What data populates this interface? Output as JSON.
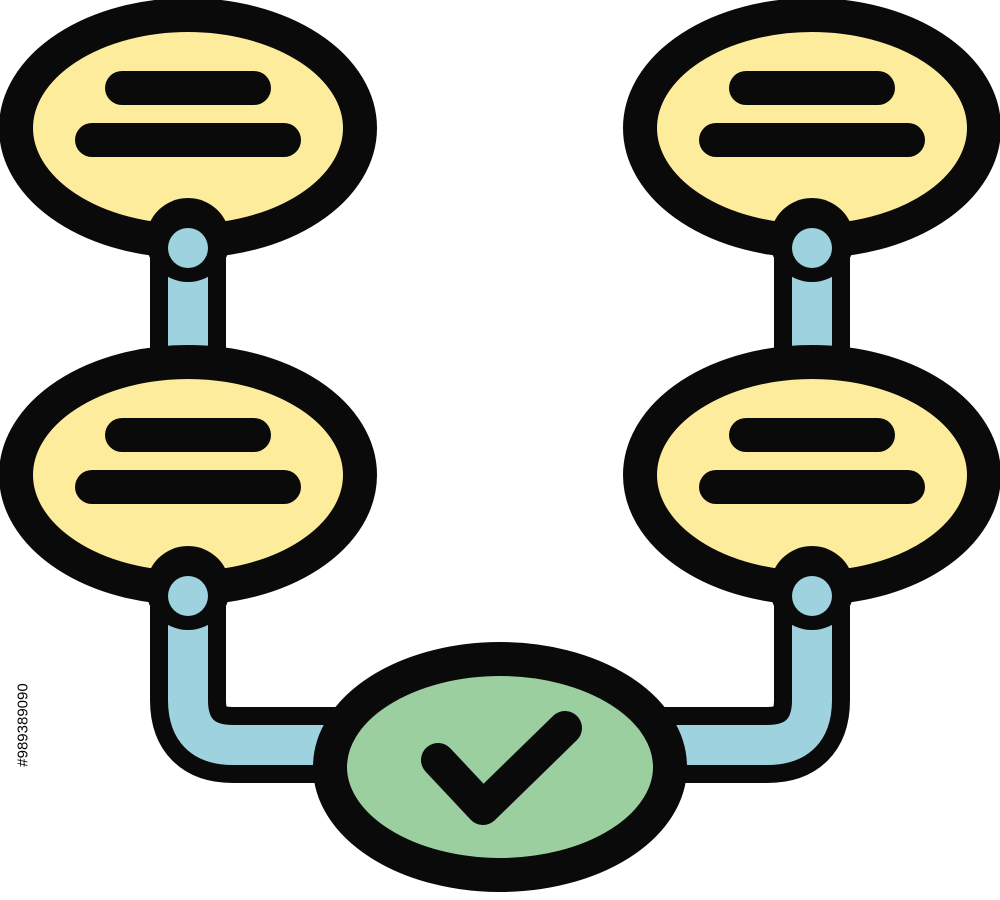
{
  "icon": {
    "name": "workflow-approval-icon",
    "colors": {
      "outline": "#0a0a0a",
      "node_fill": "#fcec9c",
      "connector_fill": "#9dd2de",
      "approve_fill": "#9ccf9f",
      "background": "#ffffff"
    },
    "nodes": [
      {
        "name": "top-left-node",
        "kind": "message"
      },
      {
        "name": "top-right-node",
        "kind": "message"
      },
      {
        "name": "middle-left-node",
        "kind": "message"
      },
      {
        "name": "middle-right-node",
        "kind": "message"
      },
      {
        "name": "approve-node",
        "kind": "checkmark"
      }
    ]
  },
  "watermark": {
    "stock_id": "#989389090"
  }
}
